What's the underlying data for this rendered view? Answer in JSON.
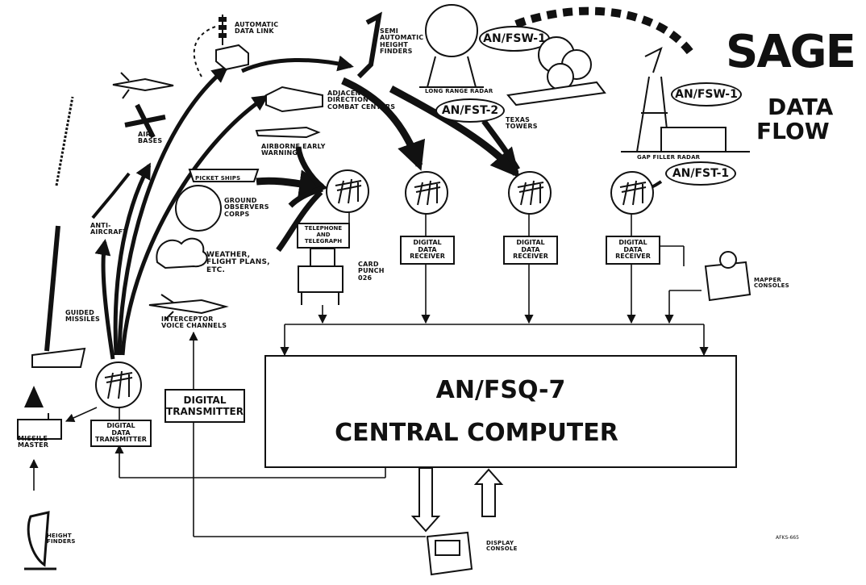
{
  "title": {
    "line1": "SAGE",
    "line2": "DATA",
    "line3": "FLOW"
  },
  "computer": {
    "line1": "AN/FSQ-7",
    "line2": "CENTRAL COMPUTER"
  },
  "labels": {
    "automatic_data_link": [
      "AUTOMATIC",
      "DATA LINK"
    ],
    "semi_auto": [
      "SEMI",
      "AUTOMATIC",
      "HEIGHT",
      "FINDERS"
    ],
    "adjacent": [
      "ADJACENT",
      "DIRECTION & ",
      "COMBAT CENTERS"
    ],
    "long_range": "LONG RANGE RADAR",
    "texas_towers": [
      "TEXAS",
      "TOWERS"
    ],
    "gap_filler": "GAP FILLER RADAR",
    "air_bases": [
      "AIR",
      "BASES"
    ],
    "airborne": [
      "AIRBORNE EARLY",
      "WARNING"
    ],
    "picket_ships": "PICKET SHIPS",
    "ground_observers": [
      "GROUND",
      "OBSERVERS",
      "CORPS"
    ],
    "weather": [
      "WEATHER,",
      "FLIGHT PLANS,",
      "ETC."
    ],
    "anti_aircraft": [
      "ANTI-",
      "AIRCRAFT"
    ],
    "guided_missiles": [
      "GUIDED",
      "MISSILES"
    ],
    "interceptor": [
      "INTERCEPTOR",
      "VOICE CHANNELS"
    ],
    "telephone": [
      "TELEPHONE",
      "AND",
      "TELEGRAPH"
    ],
    "card_punch": [
      "CARD",
      "PUNCH",
      "026"
    ],
    "mapper": [
      "MAPPER",
      "CONSOLES"
    ],
    "missile_master": [
      "MISSILE",
      "MASTER"
    ],
    "height_finders": [
      "HEIGHT",
      "FINDERS"
    ],
    "display_console": [
      "DISPLAY",
      "CONSOLE"
    ],
    "code": "AFKS-665"
  },
  "ovals": {
    "fsw1_top": "AN/FSW-1",
    "fst2": "AN/FST-2",
    "fsw1_right": "AN/FSW-1",
    "fst1": "AN/FST-1"
  },
  "receivers": [
    [
      "DIGITAL",
      "DATA",
      "RECEIVER"
    ],
    [
      "DIGITAL",
      "DATA",
      "RECEIVER"
    ],
    [
      "DIGITAL",
      "DATA",
      "RECEIVER"
    ]
  ],
  "digital_transmitter": [
    "DIGITAL",
    "TRANSMITTER"
  ],
  "digital_data_transmitter": [
    "DIGITAL",
    "DATA",
    "TRANSMITTER"
  ],
  "icons": [
    "telephone-pole-icon",
    "radar-dome-icon",
    "aircraft-icon",
    "missile-icon",
    "ship-icon",
    "cloud-icon",
    "console-icon",
    "building-icon"
  ]
}
